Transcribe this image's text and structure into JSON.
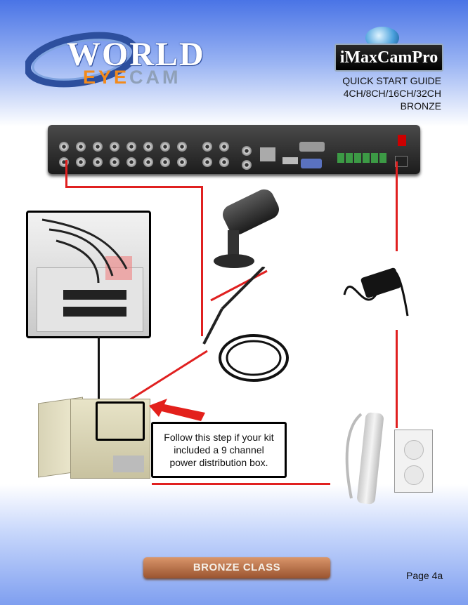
{
  "logo": {
    "word1": "WORLD",
    "word2_part1": "EYE",
    "word2_part2": "CAM"
  },
  "brand": {
    "name": "iMaxCamPro"
  },
  "guide": {
    "line1": "QUICK START GUIDE",
    "line2": "4CH/8CH/16CH/32CH",
    "line3": "BRONZE"
  },
  "callout": {
    "text": "Follow this step if your kit included a 9 channel power distribution box."
  },
  "footer": {
    "label": "BRONZE CLASS",
    "page": "Page 4a"
  },
  "colors": {
    "wire": "#e02020",
    "footer": "#b86a42",
    "brand_bg": "#000000"
  }
}
